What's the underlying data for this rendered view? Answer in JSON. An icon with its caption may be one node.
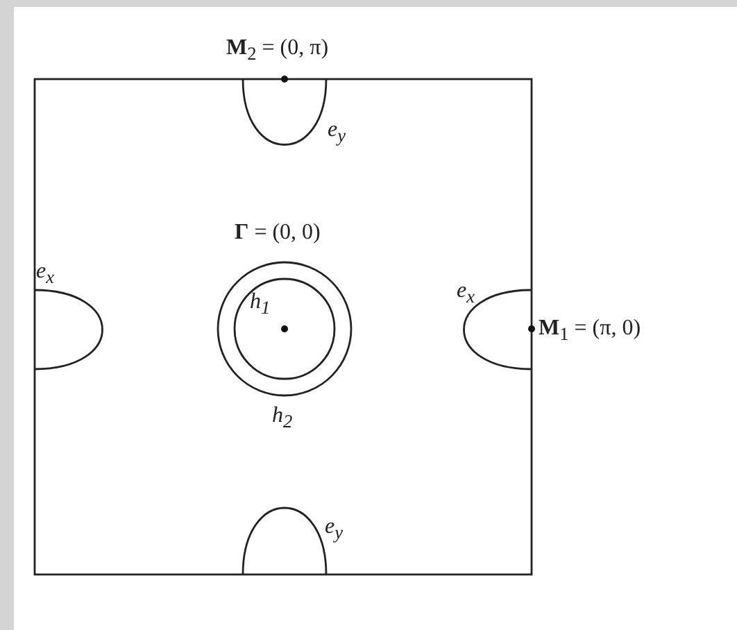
{
  "diagram": {
    "labels": [
      "**M**$_{2}$ = (0, π)",
      "e$_{y}$",
      "**Γ** = (0, 0)",
      "e$_{x}$",
      "h$_{1}$",
      "e$_{x}$",
      "**M**$_{1}$ = (π, 0)",
      "h$_{2}$",
      "e$_{y}$"
    ]
  }
}
